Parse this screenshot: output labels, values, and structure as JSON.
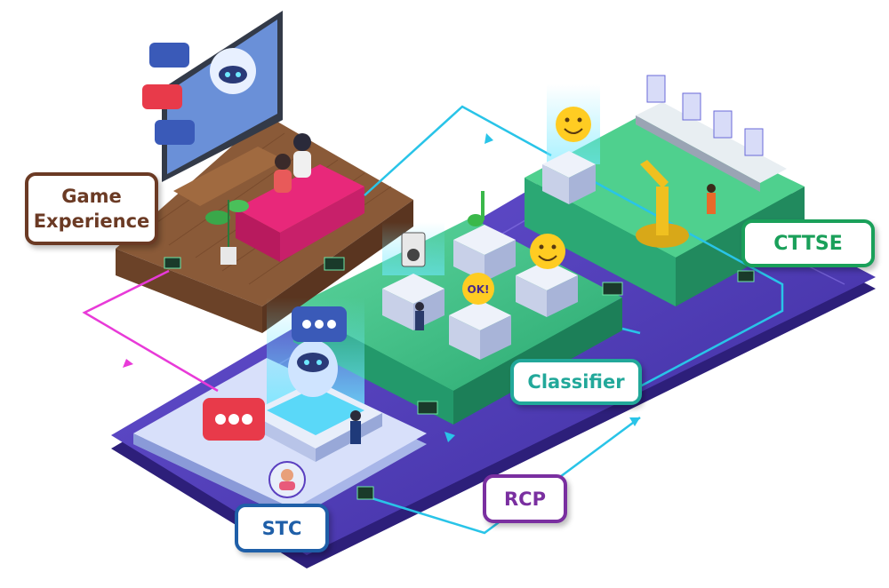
{
  "labels": {
    "game_experience": {
      "line1": "Game",
      "line2": "Experience",
      "color": "#6b3a24"
    },
    "cttse": {
      "text": "CTTSE",
      "color": "#1aa05a"
    },
    "classifier": {
      "text": "Classifier",
      "color": "#22a89a"
    },
    "rcp": {
      "text": "RCP",
      "color": "#7a2fa0"
    },
    "stc": {
      "text": "STC",
      "color": "#1f5fa8"
    }
  },
  "bubbles": {
    "ok_sticker": "OK!"
  },
  "colors": {
    "flow_cyan": "#29c4e8",
    "flow_magenta": "#e83ad8",
    "base_purple": "#5a3fc0",
    "platform_green": "#3cc38a",
    "platform_lightgreen": "#6fd8a8",
    "wood": "#7a4a2a",
    "sofa_pink": "#e8287a",
    "bubble_red": "#e83a4a",
    "bubble_blue": "#3a5ab8"
  },
  "icons": [
    "robot-icon",
    "chat-bubble-icon",
    "music-note-icon",
    "smiley-icon",
    "speaker-icon",
    "robot-arm-icon",
    "conveyor-belt-icon",
    "person-icon",
    "tv-icon",
    "sofa-icon",
    "plant-icon"
  ]
}
